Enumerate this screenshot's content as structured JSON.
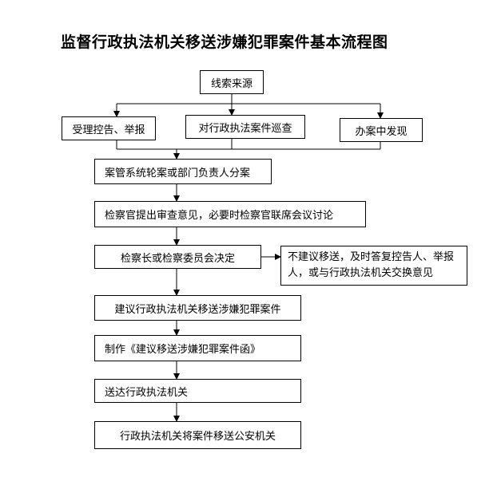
{
  "title": "监督行政执法机关移送涉嫌犯罪案件基本流程图",
  "nodes": {
    "source": "线索来源",
    "accept": "受理控告、举报",
    "patrol": "对行政执法案件巡查",
    "found": "办案中发现",
    "assign": "案管系统轮案或部门负责人分案",
    "review": "检察官提出审查意见，必要时检察官联席会议讨论",
    "decide": "检察长或检察委员会决定",
    "no_transfer": "不建议移送，及时答复控告人、举报人，或与行政执法机关交换意见",
    "suggest": "建议行政执法机关移送涉嫌犯罪案件",
    "produce": "制作《建议移送涉嫌犯罪案件函》",
    "deliver": "送达行政执法机关",
    "final": "行政执法机关将案件移送公安机关"
  }
}
